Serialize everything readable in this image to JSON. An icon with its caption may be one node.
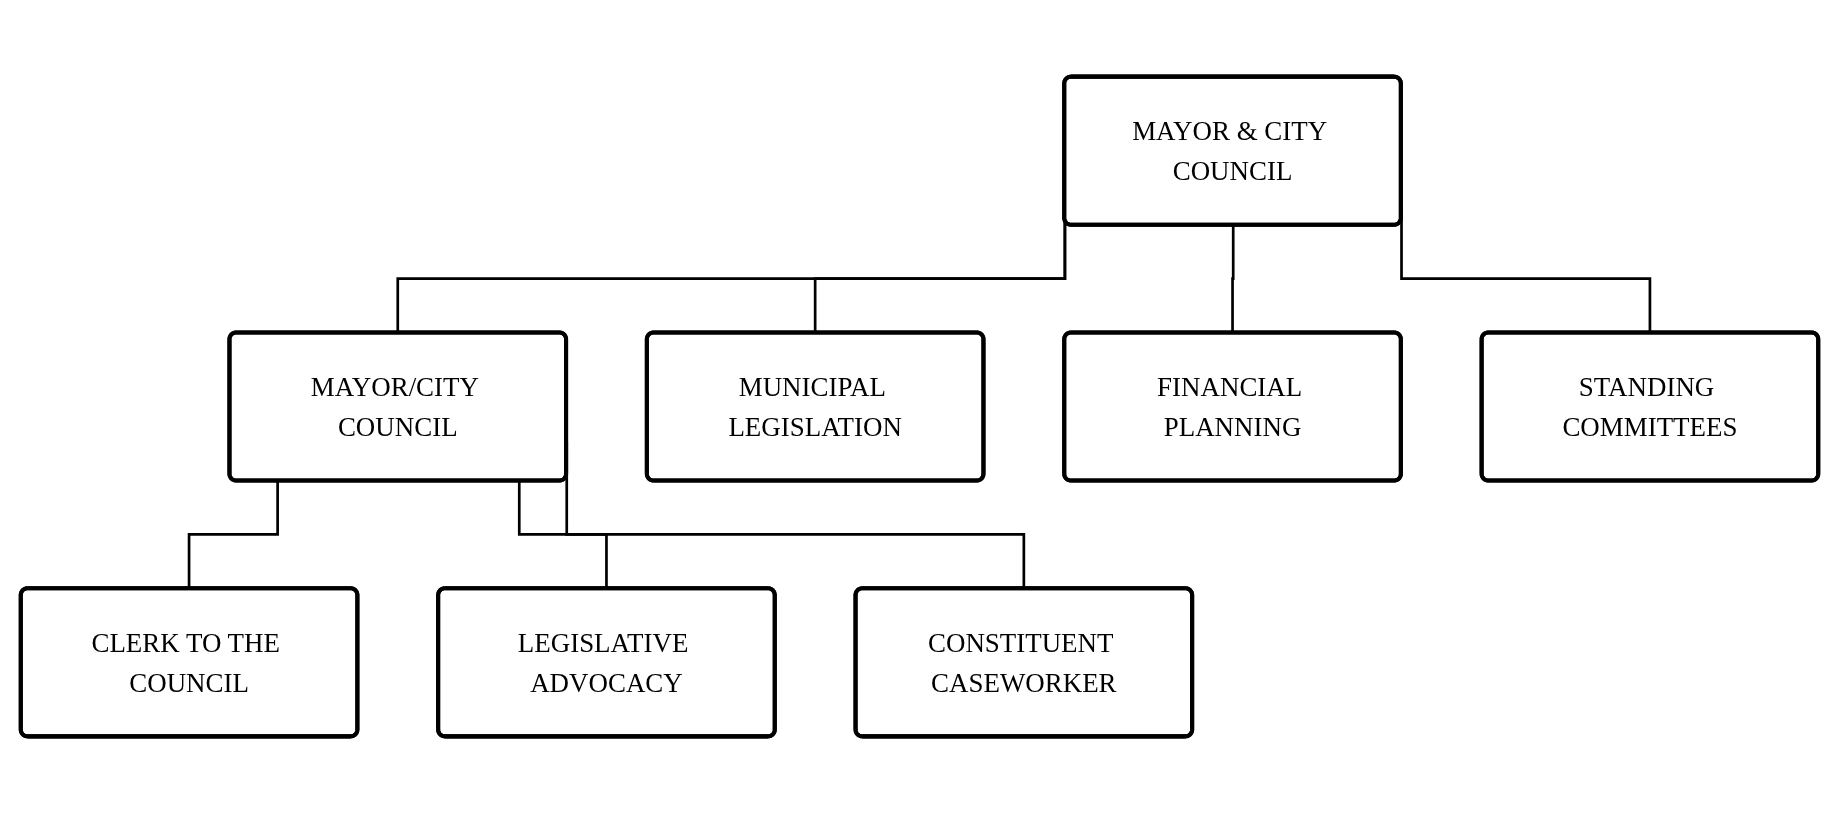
{
  "diagram": {
    "nodes": [
      {
        "text": [
          "MAYOR & CITY COUNCIL"
        ]
      },
      {
        "text": [
          "MAYOR/CITY COUNCIL"
        ]
      },
      {
        "text": [
          "MUNICIPAL LEGISLATION"
        ]
      },
      {
        "text": [
          "FINANCIAL PLANNING"
        ]
      },
      {
        "text": [
          "STANDING COMMITTEES"
        ]
      },
      {
        "text": [
          "CLERK TO THE COUNCIL"
        ]
      },
      {
        "text": [
          "LEGISLATIVE ADVOCACY"
        ]
      },
      {
        "text": [
          "CONSTITUENT CASEWORKER"
        ]
      }
    ],
    "edges": [
      {
        "from": 0,
        "to": 1,
        "arrow": "none"
      },
      {
        "from": 0,
        "to": 2,
        "arrow": "none"
      },
      {
        "from": 0,
        "to": 3,
        "arrow": "none"
      },
      {
        "from": 0,
        "to": 4,
        "arrow": "none"
      },
      {
        "from": 1,
        "to": 5,
        "arrow": "none"
      },
      {
        "from": 1,
        "to": 6,
        "arrow": "none"
      },
      {
        "from": 1,
        "to": 7,
        "arrow": "none"
      }
    ]
  }
}
